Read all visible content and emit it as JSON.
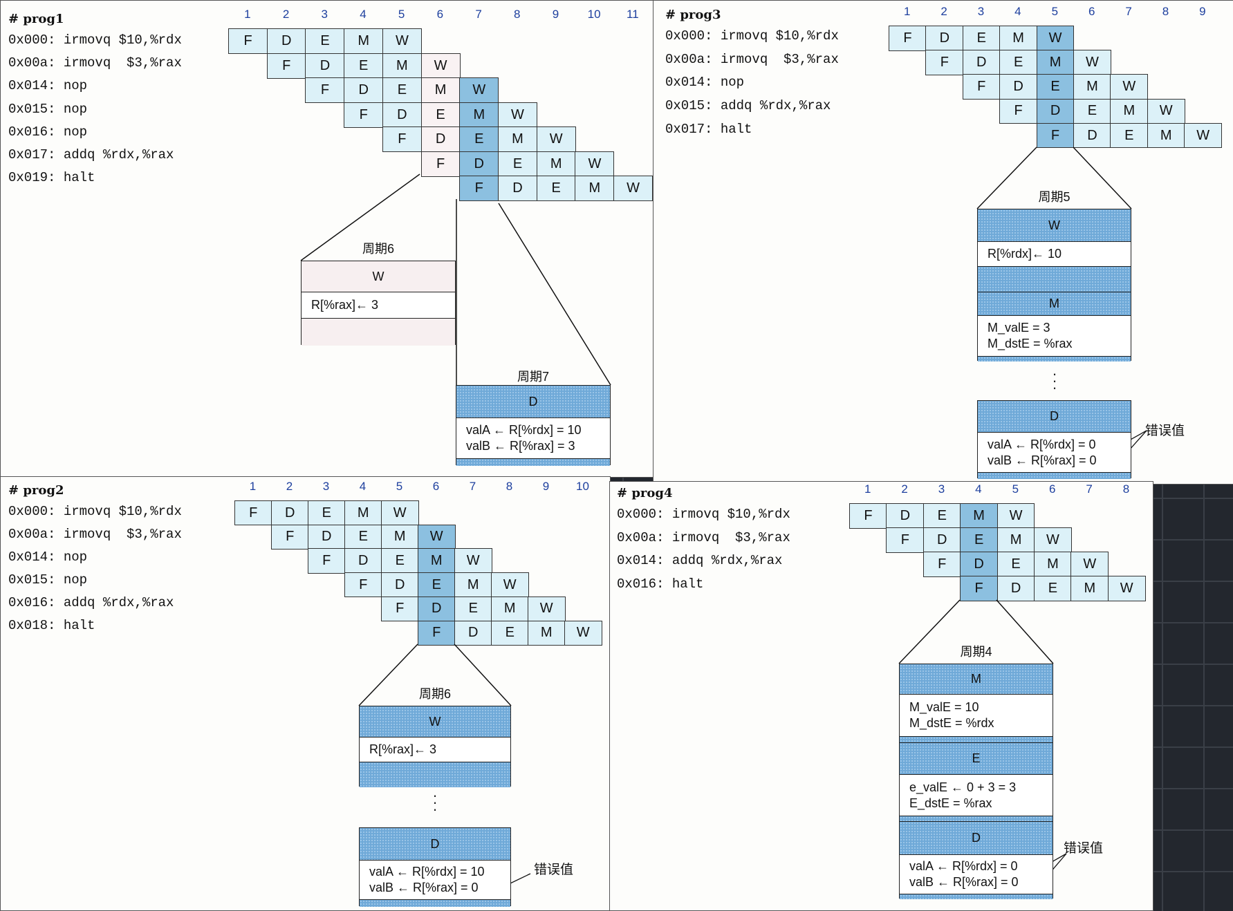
{
  "panels": [
    {
      "id": "prog1",
      "title": "# prog1",
      "code": [
        "0x000: irmovq $10,%rdx",
        "0x00a: irmovq  $3,%rax",
        "0x014: nop",
        "0x015: nop",
        "0x016: nop",
        "0x017: addq %rdx,%rax",
        "0x019: halt"
      ],
      "cycles": [
        "1",
        "2",
        "3",
        "4",
        "5",
        "6",
        "7",
        "8",
        "9",
        "10",
        "11"
      ],
      "stages": [
        "F",
        "D",
        "E",
        "M",
        "W"
      ],
      "highlight_cycle": 7,
      "zoom": [
        {
          "title": "周期6",
          "sections": [
            {
              "kind": "band",
              "label": "W"
            },
            {
              "kind": "text",
              "lines": [
                "R[%rax]← 3"
              ]
            },
            {
              "kind": "band",
              "label": ""
            }
          ]
        },
        {
          "title": "周期7",
          "sections": [
            {
              "kind": "band",
              "label": "D"
            },
            {
              "kind": "text",
              "lines": [
                "valA ← R[%rdx] = 10",
                "valB ← R[%rax] = 3"
              ]
            },
            {
              "kind": "band",
              "label": ""
            }
          ]
        }
      ],
      "note": ""
    },
    {
      "id": "prog3",
      "title": "# prog3",
      "code": [
        "0x000: irmovq $10,%rdx",
        "0x00a: irmovq  $3,%rax",
        "0x014: nop",
        "0x015: addq %rdx,%rax",
        "0x017: halt"
      ],
      "cycles": [
        "1",
        "2",
        "3",
        "4",
        "5",
        "6",
        "7",
        "8",
        "9"
      ],
      "stages": [
        "F",
        "D",
        "E",
        "M",
        "W"
      ],
      "highlight_cycle": 5,
      "zoom": [
        {
          "title": "周期5",
          "sections": [
            {
              "kind": "band",
              "label": "W"
            },
            {
              "kind": "text",
              "lines": [
                "R[%rdx]← 10"
              ]
            },
            {
              "kind": "band",
              "label": ""
            },
            {
              "kind": "band",
              "label": "M"
            },
            {
              "kind": "text",
              "lines": [
                "M_valE = 3",
                "M_dstE = %rax"
              ]
            },
            {
              "kind": "band",
              "label": ""
            }
          ]
        },
        {
          "title": "",
          "sections": [
            {
              "kind": "band",
              "label": "D"
            },
            {
              "kind": "text",
              "lines": [
                "valA ← R[%rdx] = 0",
                "valB ← R[%rax] = 0"
              ]
            },
            {
              "kind": "band",
              "label": ""
            }
          ]
        }
      ],
      "note": "错误值"
    },
    {
      "id": "prog2",
      "title": "# prog2",
      "code": [
        "0x000: irmovq $10,%rdx",
        "0x00a: irmovq  $3,%rax",
        "0x014: nop",
        "0x015: nop",
        "0x016: addq %rdx,%rax",
        "0x018: halt"
      ],
      "cycles": [
        "1",
        "2",
        "3",
        "4",
        "5",
        "6",
        "7",
        "8",
        "9",
        "10"
      ],
      "stages": [
        "F",
        "D",
        "E",
        "M",
        "W"
      ],
      "highlight_cycle": 6,
      "zoom": [
        {
          "title": "周期6",
          "sections": [
            {
              "kind": "band",
              "label": "W"
            },
            {
              "kind": "text",
              "lines": [
                "R[%rax]← 3"
              ]
            },
            {
              "kind": "band",
              "label": ""
            }
          ]
        },
        {
          "title": "",
          "sections": [
            {
              "kind": "band",
              "label": "D"
            },
            {
              "kind": "text",
              "lines": [
                "valA ← R[%rdx] = 10",
                "valB ← R[%rax] = 0"
              ]
            },
            {
              "kind": "band",
              "label": ""
            }
          ]
        }
      ],
      "note": "错误值"
    },
    {
      "id": "prog4",
      "title": "# prog4",
      "code": [
        "0x000: irmovq $10,%rdx",
        "0x00a: irmovq  $3,%rax",
        "0x014: addq %rdx,%rax",
        "0x016: halt"
      ],
      "cycles": [
        "1",
        "2",
        "3",
        "4",
        "5",
        "6",
        "7",
        "8"
      ],
      "stages": [
        "F",
        "D",
        "E",
        "M",
        "W"
      ],
      "highlight_cycle": 4,
      "zoom": [
        {
          "title": "周期4",
          "sections": [
            {
              "kind": "band",
              "label": "M"
            },
            {
              "kind": "text",
              "lines": [
                "M_valE = 10",
                "M_dstE = %rdx"
              ]
            },
            {
              "kind": "band",
              "label": ""
            },
            {
              "kind": "band",
              "label": "E"
            },
            {
              "kind": "text",
              "lines": [
                "e_valE ← 0 + 3 = 3",
                "E_dstE = %rax"
              ]
            },
            {
              "kind": "band",
              "label": ""
            },
            {
              "kind": "band",
              "label": "D"
            },
            {
              "kind": "text",
              "lines": [
                "valA ← R[%rdx] = 0",
                "valB ← R[%rax] = 0"
              ]
            },
            {
              "kind": "band",
              "label": ""
            }
          ]
        }
      ],
      "note": "错误值"
    }
  ]
}
